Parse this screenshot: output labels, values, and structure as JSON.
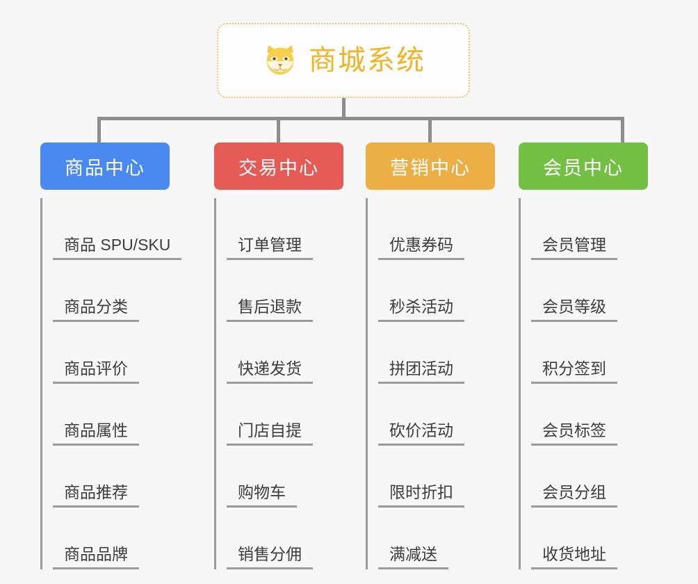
{
  "root": {
    "title": "商城系统",
    "icon": "shiba-dog-face-icon",
    "border_color": "#f0c060",
    "text_color": "#f0b429",
    "background": "#fdfdfd"
  },
  "canvas": {
    "background": "#f7f7f7",
    "connector_color": "#8d8d8d",
    "branch_line_color": "#9a9a9a",
    "leaf_text_color": "#3c3c3c"
  },
  "categories": [
    {
      "label": "商品中心",
      "color": "#4a8af0",
      "items": [
        {
          "label": "商品 SPU/SKU"
        },
        {
          "label": "商品分类"
        },
        {
          "label": "商品评价"
        },
        {
          "label": "商品属性"
        },
        {
          "label": "商品推荐"
        },
        {
          "label": "商品品牌"
        }
      ]
    },
    {
      "label": "交易中心",
      "color": "#e45b55",
      "items": [
        {
          "label": "订单管理"
        },
        {
          "label": "售后退款"
        },
        {
          "label": "快递发货"
        },
        {
          "label": "门店自提"
        },
        {
          "label": "购物车"
        },
        {
          "label": "销售分佣"
        }
      ]
    },
    {
      "label": "营销中心",
      "color": "#ebaf45",
      "items": [
        {
          "label": "优惠券码"
        },
        {
          "label": "秒杀活动"
        },
        {
          "label": "拼团活动"
        },
        {
          "label": "砍价活动"
        },
        {
          "label": "限时折扣"
        },
        {
          "label": "满减送"
        }
      ]
    },
    {
      "label": "会员中心",
      "color": "#73c044",
      "items": [
        {
          "label": "会员管理"
        },
        {
          "label": "会员等级"
        },
        {
          "label": "积分签到"
        },
        {
          "label": "会员标签"
        },
        {
          "label": "会员分组"
        },
        {
          "label": "收货地址"
        }
      ]
    }
  ]
}
